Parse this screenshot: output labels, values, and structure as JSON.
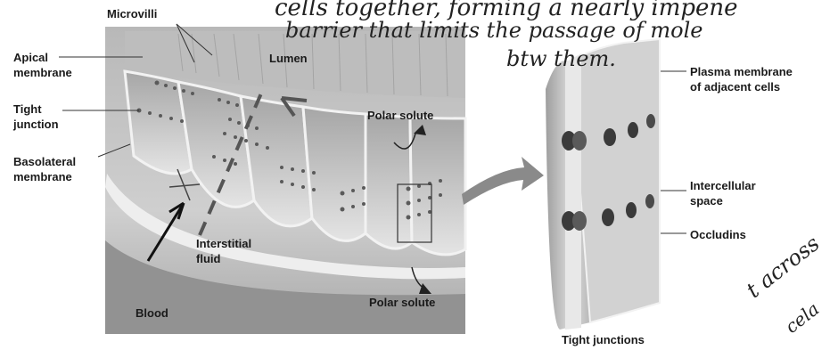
{
  "handwriting": {
    "line1": "cells together, forming a nearly impene",
    "line2": "barrier that limits the passage of mole",
    "line3": "btw them.",
    "margin1": "t across",
    "margin2": "cela"
  },
  "labels": {
    "microvilli": "Microvilli",
    "lumen": "Lumen",
    "apical_membrane_1": "Apical",
    "apical_membrane_2": "membrane",
    "tight_junction_1": "Tight",
    "tight_junction_2": "junction",
    "basolateral_membrane_1": "Basolateral",
    "basolateral_membrane_2": "membrane",
    "polar_solute_top": "Polar solute",
    "polar_solute_bottom": "Polar solute",
    "interstitial_fluid_1": "Interstitial",
    "interstitial_fluid_2": "fluid",
    "blood": "Blood",
    "plasma_membrane_1": "Plasma membrane",
    "plasma_membrane_2": "of adjacent cells",
    "intercellular_space_1": "Intercellular",
    "intercellular_space_2": "space",
    "occludins": "Occludins",
    "tight_junctions_caption": "Tight junctions"
  },
  "colors": {
    "tissue": "#c9c9c9",
    "blood": "#8f8f8f",
    "cell": "#dcdcdc",
    "membrane": "#efefef",
    "junction_dot": "#555555",
    "occludin": "#3a3a3a"
  }
}
